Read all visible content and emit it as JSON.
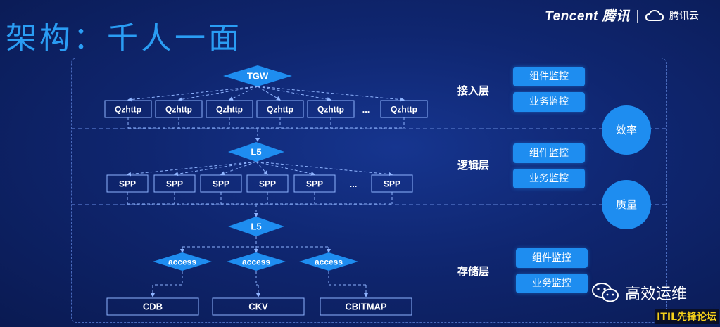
{
  "header": {
    "title": "架构：千人一面",
    "brand_tencent": "Tencent 腾讯",
    "brand_sep": "|",
    "brand_cloud": "腾讯云"
  },
  "layers": {
    "access": {
      "label": "接入层",
      "root": "TGW",
      "nodes": [
        "Qzhttp",
        "Qzhttp",
        "Qzhttp",
        "Qzhttp",
        "Qzhttp",
        "...",
        "Qzhttp"
      ],
      "monitors": [
        "组件监控",
        "业务监控"
      ]
    },
    "logic": {
      "label": "逻辑层",
      "root": "L5",
      "nodes": [
        "SPP",
        "SPP",
        "SPP",
        "SPP",
        "SPP",
        "...",
        "SPP"
      ],
      "monitors": [
        "组件监控",
        "业务监控"
      ]
    },
    "storage": {
      "label": "存储层",
      "root": "L5",
      "access_nodes": [
        "access",
        "access",
        "access"
      ],
      "stores": [
        "CDB",
        "CKV",
        "CBITMAP"
      ],
      "monitors": [
        "组件监控",
        "业务监控"
      ]
    }
  },
  "goals": [
    "效率",
    "质量"
  ],
  "watermark": {
    "wechat": "高效运维",
    "footer": "ITIL先锋论坛"
  },
  "colors": {
    "accent": "#1e8df0",
    "title": "#2a9df4",
    "footer": "#f5d01a",
    "background": "#0f2670"
  }
}
